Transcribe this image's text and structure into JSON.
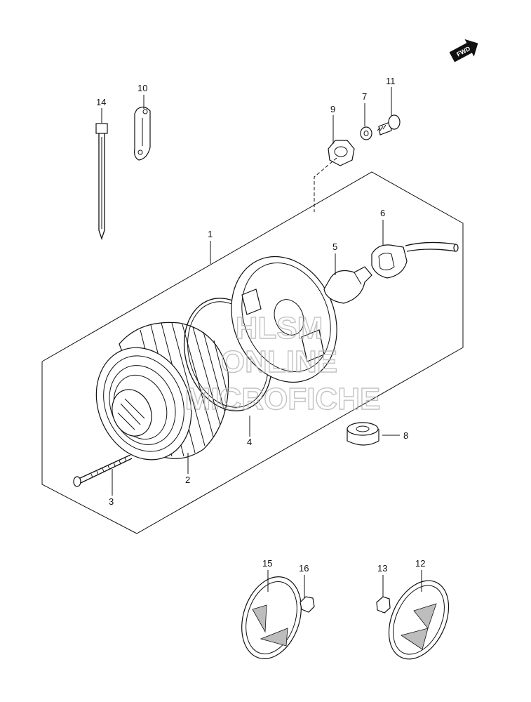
{
  "callouts": {
    "p1": "1",
    "p2": "2",
    "p3": "3",
    "p4": "4",
    "p5": "5",
    "p6": "6",
    "p7": "7",
    "p8": "8",
    "p9": "9",
    "p10": "10",
    "p11": "11",
    "p12": "12",
    "p13": "13",
    "p14": "14",
    "p15": "15",
    "p16": "16"
  },
  "fwd_label": "FWD",
  "watermark": {
    "line1": "HLSM",
    "line2": "ONLINE",
    "line3": "MICROFICHE"
  },
  "icons": {
    "fwd": "forward-arrow-icon"
  }
}
